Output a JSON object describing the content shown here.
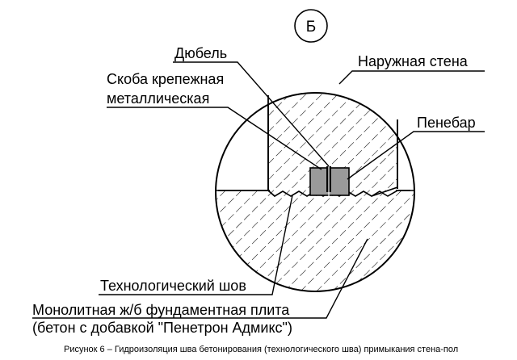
{
  "badge": "Б",
  "labels": {
    "dowel": "Дюбель",
    "bracket_line1": "Скоба крепежная",
    "bracket_line2": "металлическая",
    "outer_wall": "Наружная стена",
    "penebar": "Пенебар",
    "tech_seam": "Технологический шов",
    "slab_line1": "Монолитная ж/б фундаментная плита",
    "slab_line2": "(бетон с добавкой \"Пенетрон Адмикс\")"
  },
  "caption": "Рисунок 6 – Гидроизоляция шва бетонирования (технологического шва) примыкания стена-пол",
  "colors": {
    "ink": "#000000",
    "penebar_fill": "#9a9a9a",
    "background": "#ffffff"
  }
}
